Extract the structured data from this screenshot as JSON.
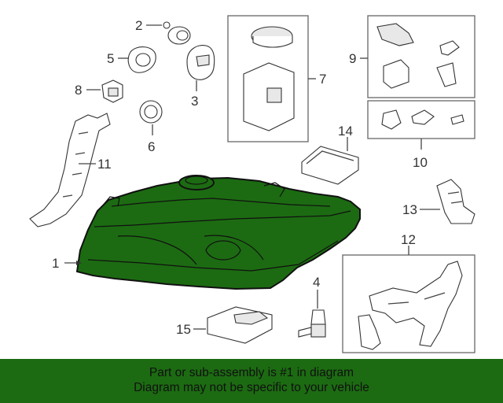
{
  "colors": {
    "highlight": "#1c6b12",
    "banner_background": "#1c6b12",
    "line": "#444444"
  },
  "callouts": {
    "c1": "1",
    "c2": "2",
    "c3": "3",
    "c4": "4",
    "c5": "5",
    "c6": "6",
    "c7": "7",
    "c8": "8",
    "c9": "9",
    "c10": "10",
    "c11": "11",
    "c12": "12",
    "c13": "13",
    "c14": "14",
    "c15": "15"
  },
  "banner": {
    "line1": "Part or sub-assembly is #1 in diagram",
    "line2": "Diagram may not be specific to your vehicle"
  }
}
